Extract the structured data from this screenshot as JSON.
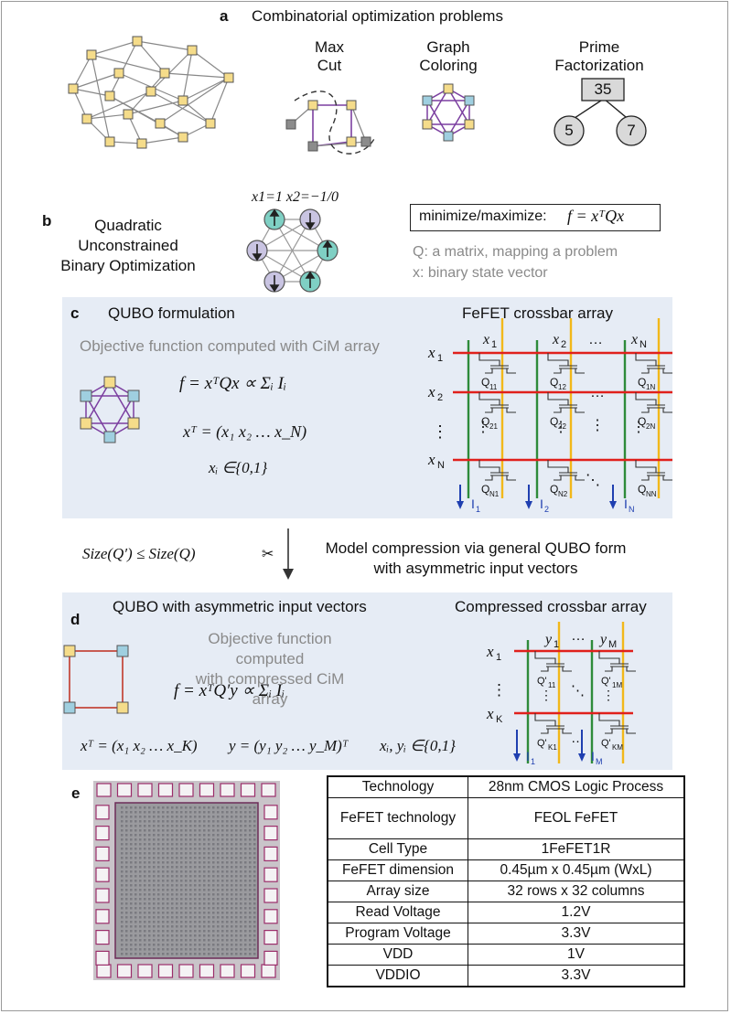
{
  "panels": {
    "a": {
      "label": "a",
      "title": "Combinatorial optimization problems",
      "maxcut_line1": "Max",
      "maxcut_line2": "Cut",
      "coloring_line1": "Graph",
      "coloring_line2": "Coloring",
      "prime_line1": "Prime",
      "prime_line2": "Factorization",
      "prime_root": "35",
      "prime_left": "5",
      "prime_right": "7"
    },
    "b": {
      "label": "b",
      "title_line1": "Quadratic",
      "title_line2": "Unconstrained",
      "title_line3": "Binary Optimization",
      "spin_label": "x1=1  x2=−1/0",
      "objective_prefix": "minimize/maximize:",
      "objective_formula": "f = xᵀQx",
      "q_desc": "Q: a matrix, mapping a problem",
      "x_desc": "x: binary state vector"
    },
    "c": {
      "label": "c",
      "title": "QUBO formulation",
      "subtitle": "Objective function computed with CiM array",
      "eq1": "f = xᵀQx ∝ Σᵢ Iᵢ",
      "eq2": "xᵀ = (x₁ x₂ … x_N)",
      "eq3": "xᵢ ∈{0,1}",
      "array_title": "FeFET crossbar array",
      "col_labels": [
        "x1",
        "x2",
        "…",
        "xN"
      ],
      "row_labels": [
        "x1",
        "x2",
        "⋮",
        "xN"
      ],
      "cells": [
        "Q11",
        "Q12",
        "Q1N",
        "Q21",
        "Q22",
        "Q2N",
        "QN1",
        "QN2",
        "QNN"
      ],
      "currents": [
        "I1",
        "I2",
        "IN"
      ]
    },
    "arrow": {
      "size_relation": "Size(Q′) ≤ Size(Q)",
      "scissors": "✂",
      "line1": "Model compression via general QUBO form",
      "line2": "with asymmetric input vectors"
    },
    "d": {
      "label": "d",
      "title": "QUBO with asymmetric input vectors",
      "subtitle_line1": "Objective function computed",
      "subtitle_line2": "with compressed CiM array",
      "eq1": "f = xᵀQ′y ∝ Σᵢ Iᵢ",
      "eq_x": "xᵀ = (x₁ x₂ … x_K)",
      "eq_y": "y = (y₁ y₂ … y_M)ᵀ",
      "eq_dom": "xᵢ, yᵢ ∈{0,1}",
      "array_title": "Compressed crossbar array",
      "col_labels": [
        "y1",
        "…",
        "yM"
      ],
      "row_labels": [
        "x1",
        "⋮",
        "xK"
      ],
      "cells": [
        "Q'11",
        "Q'1M",
        "Q'K1",
        "Q'KM"
      ],
      "currents": [
        "I1",
        "IM"
      ]
    },
    "e": {
      "label": "e",
      "specs": [
        {
          "key": "Technology",
          "value": "28nm CMOS Logic Process"
        },
        {
          "key": "FeFET technology",
          "value": "FEOL FeFET"
        },
        {
          "key": "Cell Type",
          "value": "1FeFET1R"
        },
        {
          "key": "FeFET dimension",
          "value": "0.45µm x 0.45µm (WxL)"
        },
        {
          "key": "Array size",
          "value": "32 rows x 32 columns"
        },
        {
          "key": "Read Voltage",
          "value": "1.2V"
        },
        {
          "key": "Program Voltage",
          "value": "3.3V"
        },
        {
          "key": "VDD",
          "value": "1V"
        },
        {
          "key": "VDDIO",
          "value": "3.3V"
        }
      ]
    }
  },
  "colors": {
    "panel_bg": "#e6ecf5",
    "node_yellow": "#f5dc8a",
    "node_blue": "#9fcfe0",
    "node_gray": "#8c8c8c",
    "edge_purple": "#7b3fa0",
    "wordline_red": "#e0201c",
    "bitline_green": "#2e8b3a",
    "bitline_yellow": "#f2b81a",
    "current_blue": "#1f3fb0",
    "spin_teal": "#7fd0c4",
    "spin_lilac": "#c9c4e2"
  }
}
